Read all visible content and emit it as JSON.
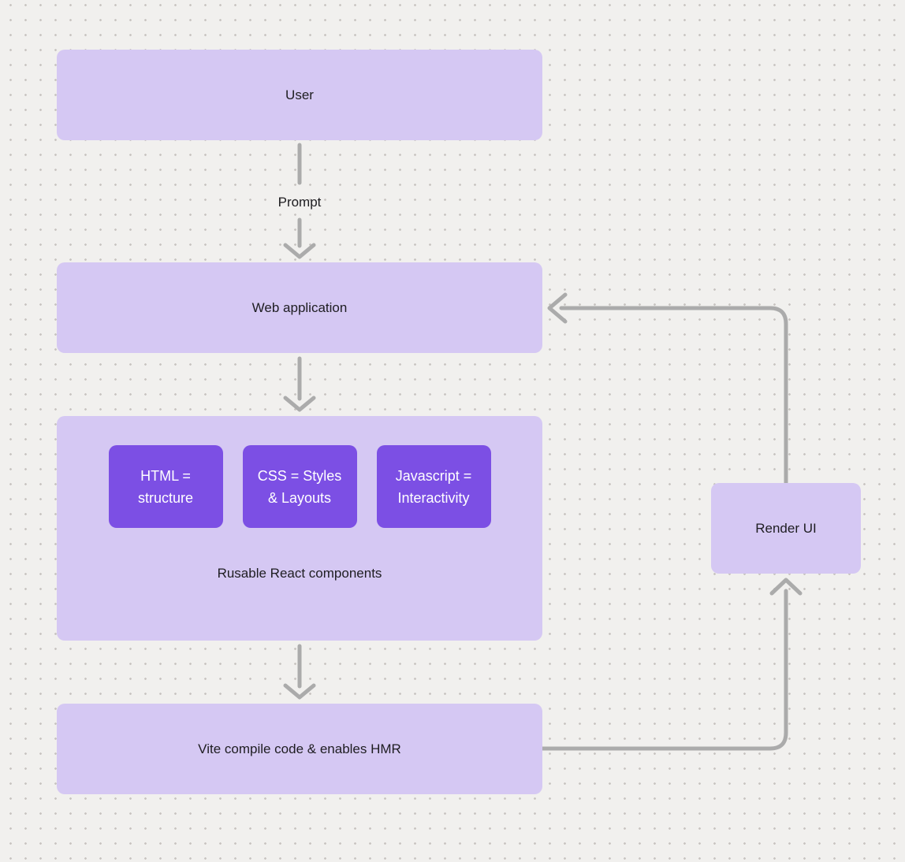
{
  "diagram": {
    "nodes": {
      "user": {
        "label": "User"
      },
      "web_application": {
        "label": "Web application"
      },
      "components": {
        "caption": "Rusable React components",
        "children": [
          {
            "label": "HTML =\nstructure"
          },
          {
            "label": "CSS = Styles\n& Layouts"
          },
          {
            "label": "Javascript =\nInteractivity"
          }
        ]
      },
      "vite": {
        "label": "Vite compile code & enables HMR"
      },
      "render_ui": {
        "label": "Render UI"
      }
    },
    "edge_labels": {
      "user_to_web_application": "Prompt"
    }
  },
  "colors": {
    "bg": "#f1f0ee",
    "dot": "#c9c5c2",
    "box_light": "#d5c8f3",
    "box_dark": "#7c4fe4",
    "text_dark": "#1e1d21",
    "text_light": "#ffffff",
    "connector": "#ababab"
  }
}
